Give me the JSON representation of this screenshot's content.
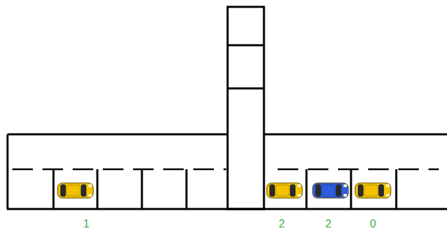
{
  "diagram": {
    "labels": [
      "1",
      "2",
      "2",
      "0"
    ]
  }
}
